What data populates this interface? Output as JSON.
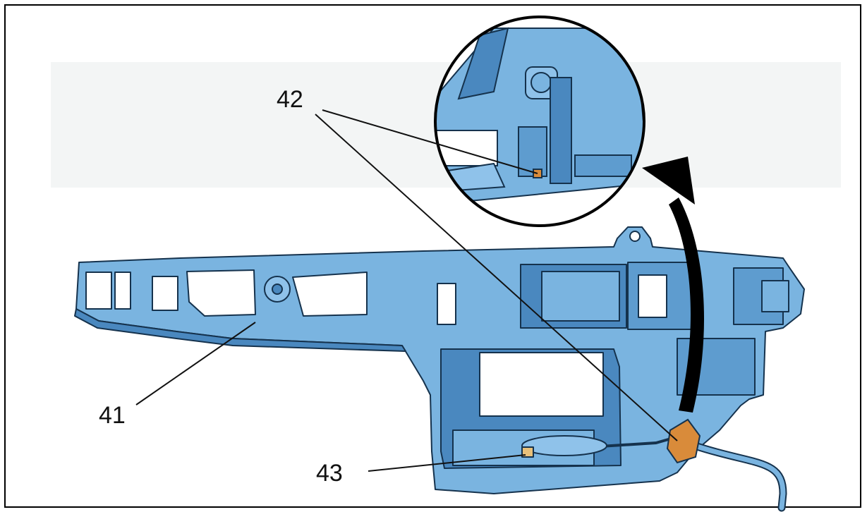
{
  "callouts": {
    "c41": "41",
    "c42": "42",
    "c43": "43"
  },
  "colors": {
    "part_fill": "#7ab4e0",
    "part_dark": "#4a88bf",
    "part_shadow": "#3f6f99",
    "outline": "#15324d",
    "cable_end": "#d98b3a",
    "arrow": "#000000",
    "backdrop": "#f4f6f6"
  }
}
